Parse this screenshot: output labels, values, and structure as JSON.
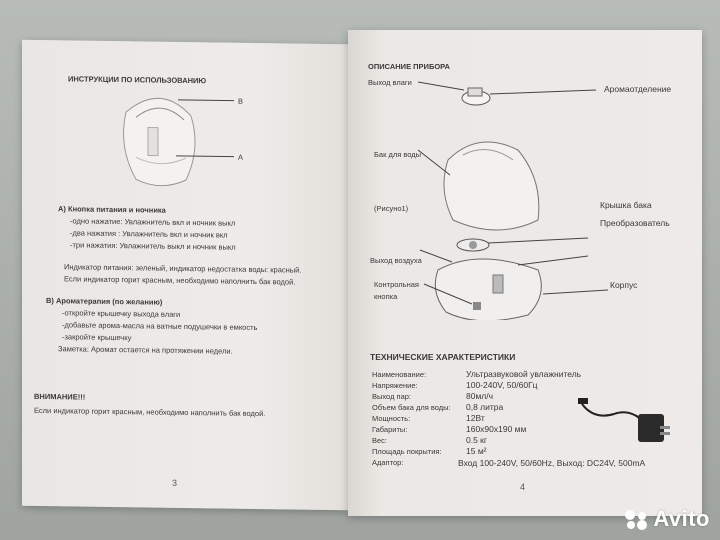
{
  "left_page": {
    "heading": "ИНСТРУКЦИИ ПО ИСПОЛЬЗОВАНИЮ",
    "diagram_labels": {
      "b": "B",
      "a": "A"
    },
    "section_a": {
      "title": "A)  Кнопка питания и ночника",
      "lines": [
        "-одно нажатие: Увлажнитель вкл и ночник выкл",
        "-два нажатия : Увлажнитель вкл и ночник вкл",
        "-три нажатия: Увлажнитель выкл и ночник выкл"
      ],
      "indicator_1": "Индикатор питания: зеленый, индикатор недостатка воды: красный.",
      "indicator_2": "Если индикатор горит красным, необходимо наполнить бак водой."
    },
    "section_b": {
      "title": "B)  Ароматерапия (по желанию)",
      "lines": [
        "-откройте крышечку выхода влаги",
        "-добавьте арома-масла на ватные подушечки в емкость",
        "-закройте крышечку"
      ],
      "note": "Заметка: Аромат остается на протяжении недели."
    },
    "attention_title": "ВНИМАНИЕ!!!",
    "attention_text": "Если индикатор горит красным, необходимо наполнить бак водой.",
    "page_number": "3"
  },
  "right_page": {
    "heading": "ОПИСАНИЕ ПРИБОРА",
    "labels": {
      "vykhod_vlagi": "Выход влаги",
      "aromaotdelenie": "Аромаотделение",
      "bak": "Бак для воды",
      "risunok": "(Рисуно1)",
      "kryshka": "Крышка бака",
      "preobrazovatel": "Преобразователь",
      "vykhod_vozdukha": "Выход воздуха",
      "kontrolnaya_1": "Контрольная",
      "kontrolnaya_2": "кнопка",
      "korpus": "Корпус"
    },
    "specs_heading": "ТЕХНИЧЕСКИЕ ХАРАКТЕРИСТИКИ",
    "specs": [
      {
        "k": "Наименование:",
        "v": "Ультразвуковой увлажнитель"
      },
      {
        "k": "Напряжение:",
        "v": "100-240V, 50/60Гц"
      },
      {
        "k": "Выход пар:",
        "v": "80мл/ч"
      },
      {
        "k": "Объем бака для воды:",
        "v": "0,8 литра"
      },
      {
        "k": "Мощность:",
        "v": "12Вт"
      },
      {
        "k": "Габариты:",
        "v": "160x90x190 мм"
      },
      {
        "k": "Вес:",
        "v": "0.5 кг"
      },
      {
        "k": "Площадь покрытия:",
        "v": "15 м²"
      },
      {
        "k": "Адаптор:",
        "v": "Вход 100-240V, 50/60Hz, Выход: DC24V, 500mA"
      }
    ],
    "page_number": "4"
  },
  "watermark": "Avito"
}
